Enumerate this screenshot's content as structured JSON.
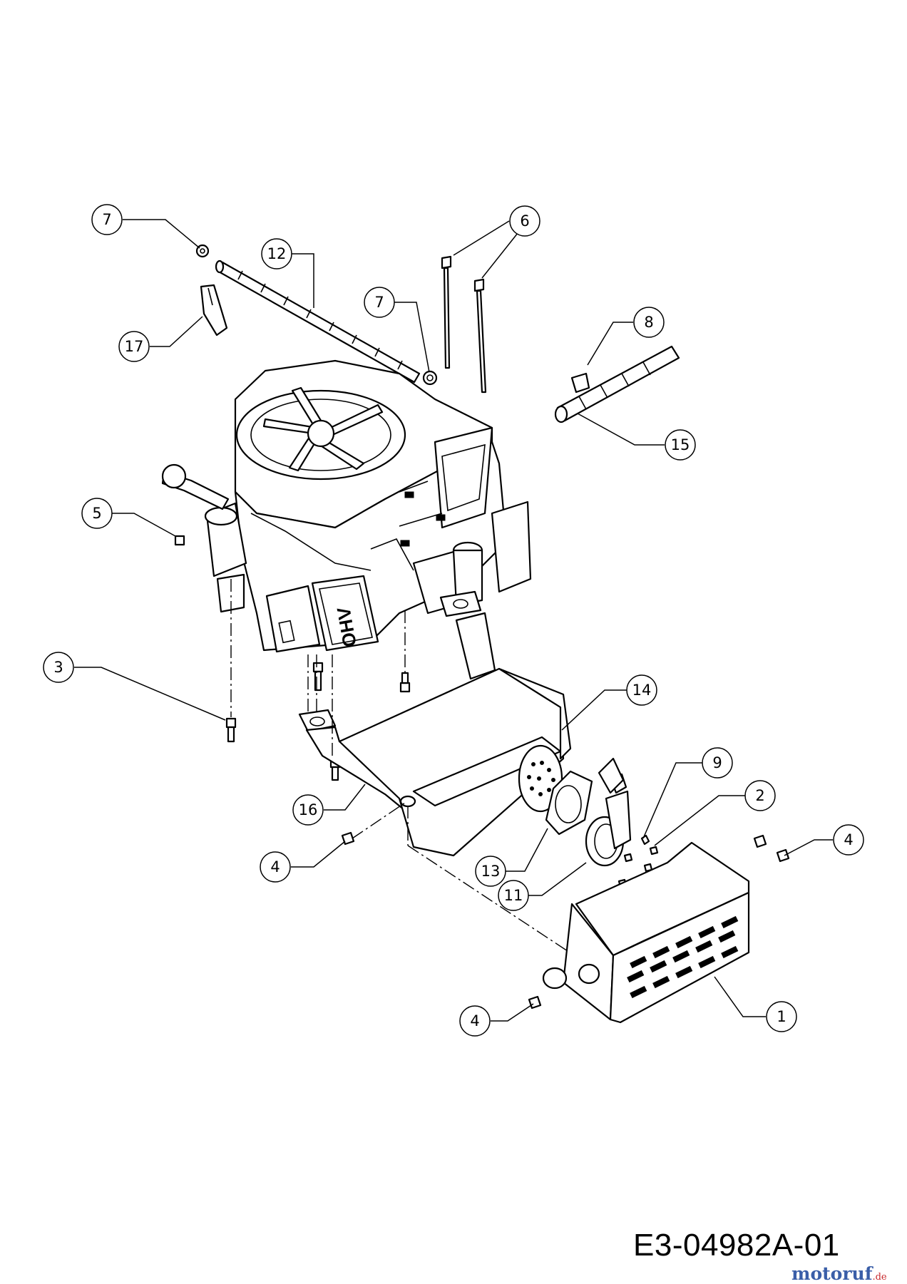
{
  "callouts": [
    {
      "id": "c7a",
      "label": "7"
    },
    {
      "id": "c12",
      "label": "12"
    },
    {
      "id": "c17",
      "label": "17"
    },
    {
      "id": "c7b",
      "label": "7"
    },
    {
      "id": "c6",
      "label": "6"
    },
    {
      "id": "c8",
      "label": "8"
    },
    {
      "id": "c15",
      "label": "15"
    },
    {
      "id": "c5",
      "label": "5"
    },
    {
      "id": "c3",
      "label": "3"
    },
    {
      "id": "c14",
      "label": "14"
    },
    {
      "id": "c9",
      "label": "9"
    },
    {
      "id": "c2",
      "label": "2"
    },
    {
      "id": "c4a",
      "label": "4"
    },
    {
      "id": "c16",
      "label": "16"
    },
    {
      "id": "c4b",
      "label": "4"
    },
    {
      "id": "c13",
      "label": "13"
    },
    {
      "id": "c11",
      "label": "11"
    },
    {
      "id": "c4c",
      "label": "4"
    },
    {
      "id": "c1",
      "label": "1"
    }
  ],
  "engine_marking": "OHV",
  "drawing_number": "E3-04982A-01",
  "watermark": {
    "name": "motoruf",
    "tld": ".de"
  }
}
